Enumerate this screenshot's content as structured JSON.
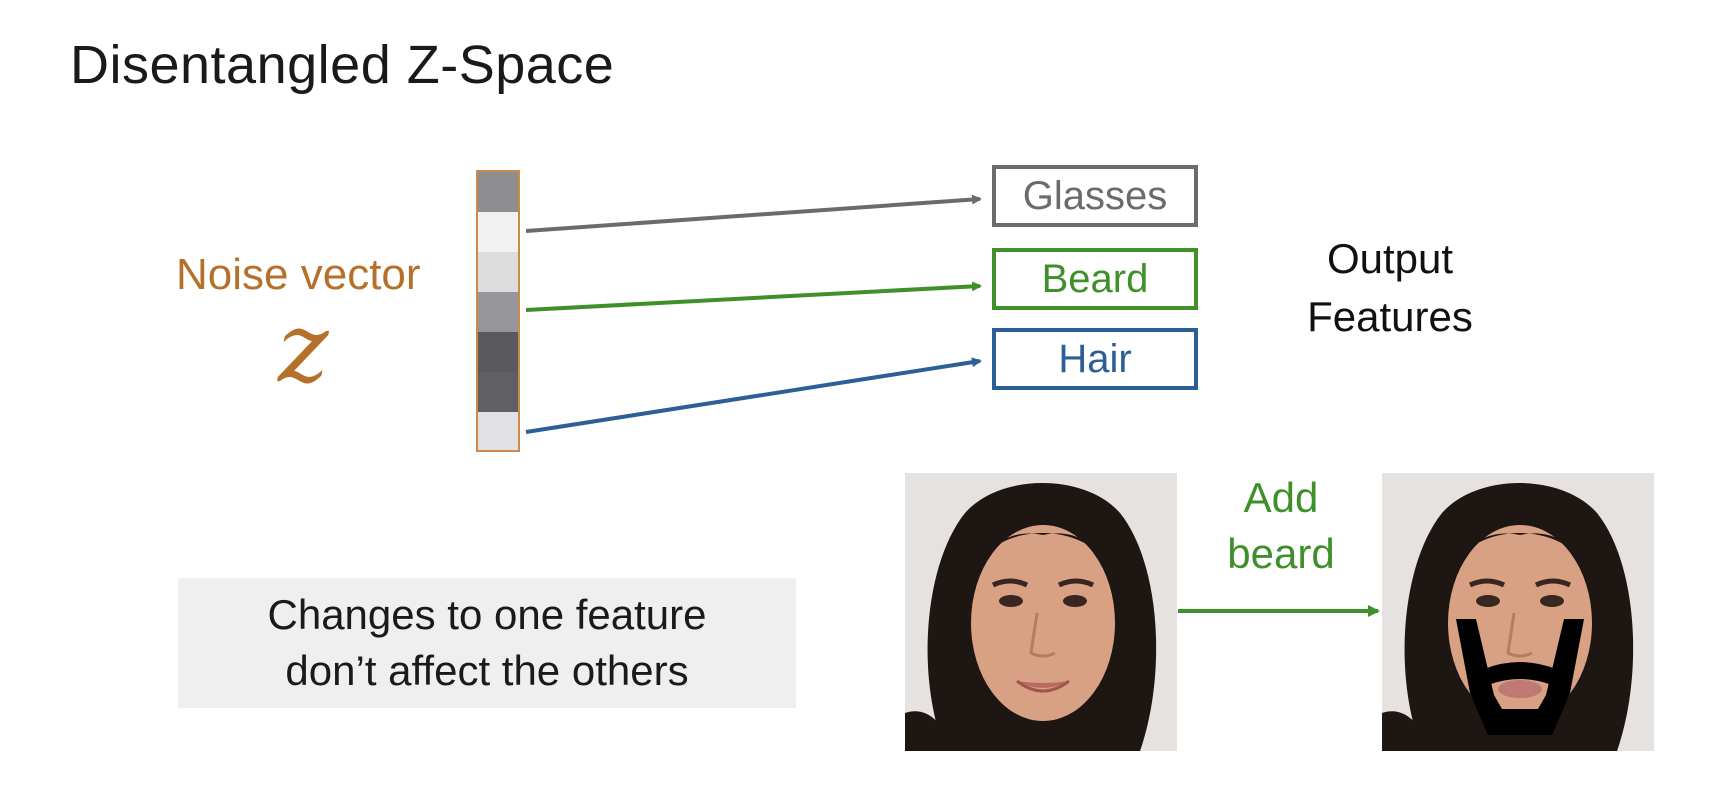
{
  "title": "Disentangled Z-Space",
  "noise": {
    "label": "Noise vector",
    "symbol": "z"
  },
  "vector_cells": [
    {
      "color": "#8e8e90"
    },
    {
      "color": "#f1f1f2"
    },
    {
      "color": "#dcdcdd"
    },
    {
      "color": "#96969a"
    },
    {
      "color": "#5a5a5e"
    },
    {
      "color": "#606064"
    },
    {
      "color": "#e1e1e3"
    }
  ],
  "features": [
    {
      "label": "Glasses",
      "color": "#6b6b6b"
    },
    {
      "label": "Beard",
      "color": "#3f8f2a"
    },
    {
      "label": "Hair",
      "color": "#2b5f95"
    }
  ],
  "output_label": {
    "line1": "Output",
    "line2": "Features"
  },
  "note": {
    "line1": "Changes to one feature",
    "line2": "don’t affect the others"
  },
  "edit": {
    "line1": "Add",
    "line2": "beard"
  },
  "colors": {
    "accent_noise": "#b5712a",
    "beard": "#3f8f2a",
    "hair": "#2b5f95",
    "glasses": "#6b6b6b"
  }
}
